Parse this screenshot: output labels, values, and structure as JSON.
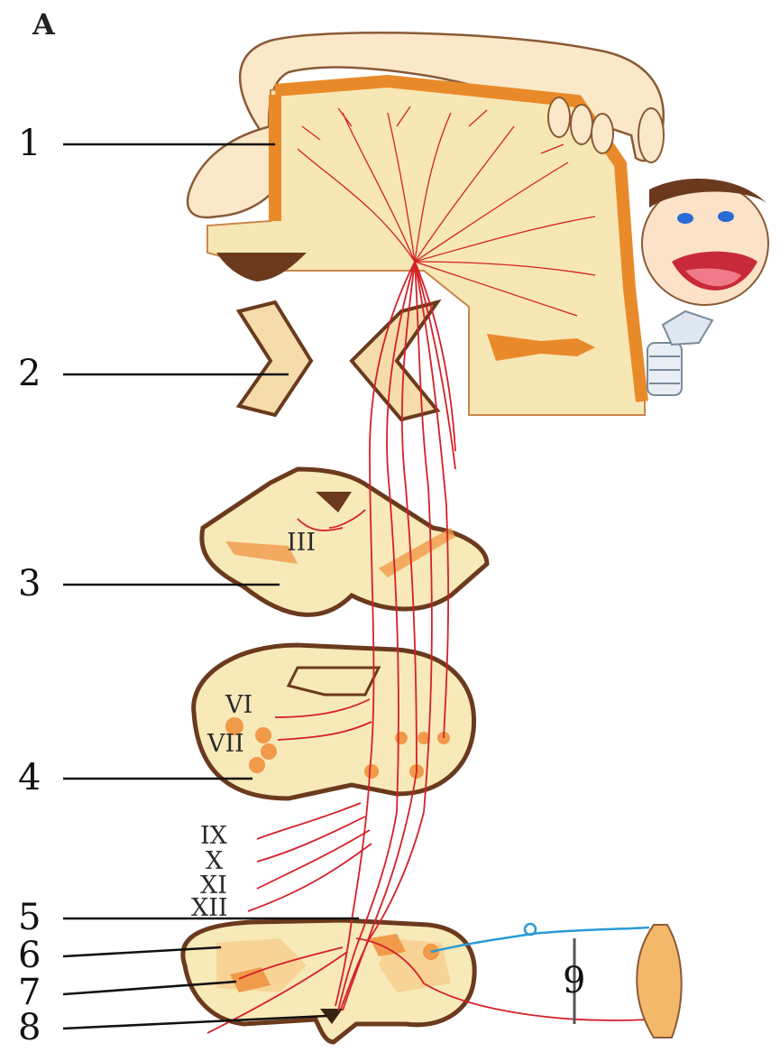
{
  "panel_label": "A",
  "labels": [
    "1",
    "2",
    "3",
    "4",
    "5",
    "6",
    "7",
    "8",
    "9"
  ],
  "nuclei_labels": {
    "midbrain": "III",
    "pons": [
      "VI",
      "VII"
    ],
    "medulla": [
      "IX",
      "X",
      "XI",
      "XII"
    ]
  },
  "colors": {
    "tract": "#d4202a",
    "sensory_fiber": "#2a9bd4",
    "cortex": "#e98a2a",
    "tissue": "#f8e9b8",
    "outline": "#6b3a1e"
  }
}
